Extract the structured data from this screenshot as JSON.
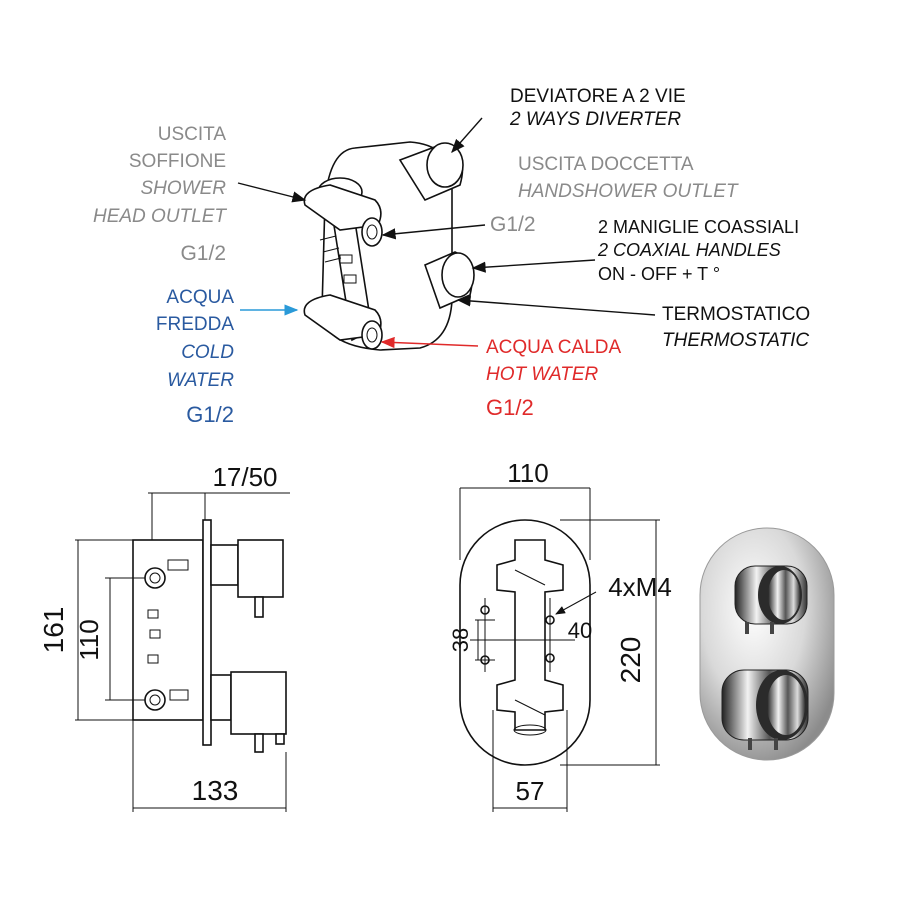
{
  "labels": {
    "deviatore": "DEVIATORE A 2 VIE",
    "diverter": "2 WAYS DIVERTER",
    "uscita": "USCITA",
    "soffione": "SOFFIONE",
    "shower": "SHOWER",
    "head_outlet": "HEAD OUTLET",
    "head_g": "G1/2",
    "uscita_doccetta": "USCITA DOCCETTA",
    "handshower_outlet": "HANDSHOWER OUTLET",
    "handshower_g": "G1/2",
    "maniglie": "2 MANIGLIE COASSIALI",
    "coaxial": "2 COAXIAL HANDLES",
    "onoff": "ON - OFF  +  T °",
    "termostatico": "TERMOSTATICO",
    "thermostatic": "THERMOSTATIC",
    "acqua": "ACQUA",
    "fredda": "FREDDA",
    "cold": "COLD",
    "water": "WATER",
    "cold_g": "G1/2",
    "acqua_calda": "ACQUA CALDA",
    "hot_water": "HOT WATER",
    "hot_g": "G1/2"
  },
  "dimensions": {
    "d1750": "17/50",
    "d161": "161",
    "d110v": "110",
    "d133": "133",
    "d110h": "110",
    "d4xm4": "4xM4",
    "d38": "38",
    "d40": "40",
    "d220": "220",
    "d57": "57"
  },
  "colors": {
    "grey": "#8a8a8a",
    "blue": "#2a5aa0",
    "red": "#e02a2a",
    "black": "#111111"
  }
}
